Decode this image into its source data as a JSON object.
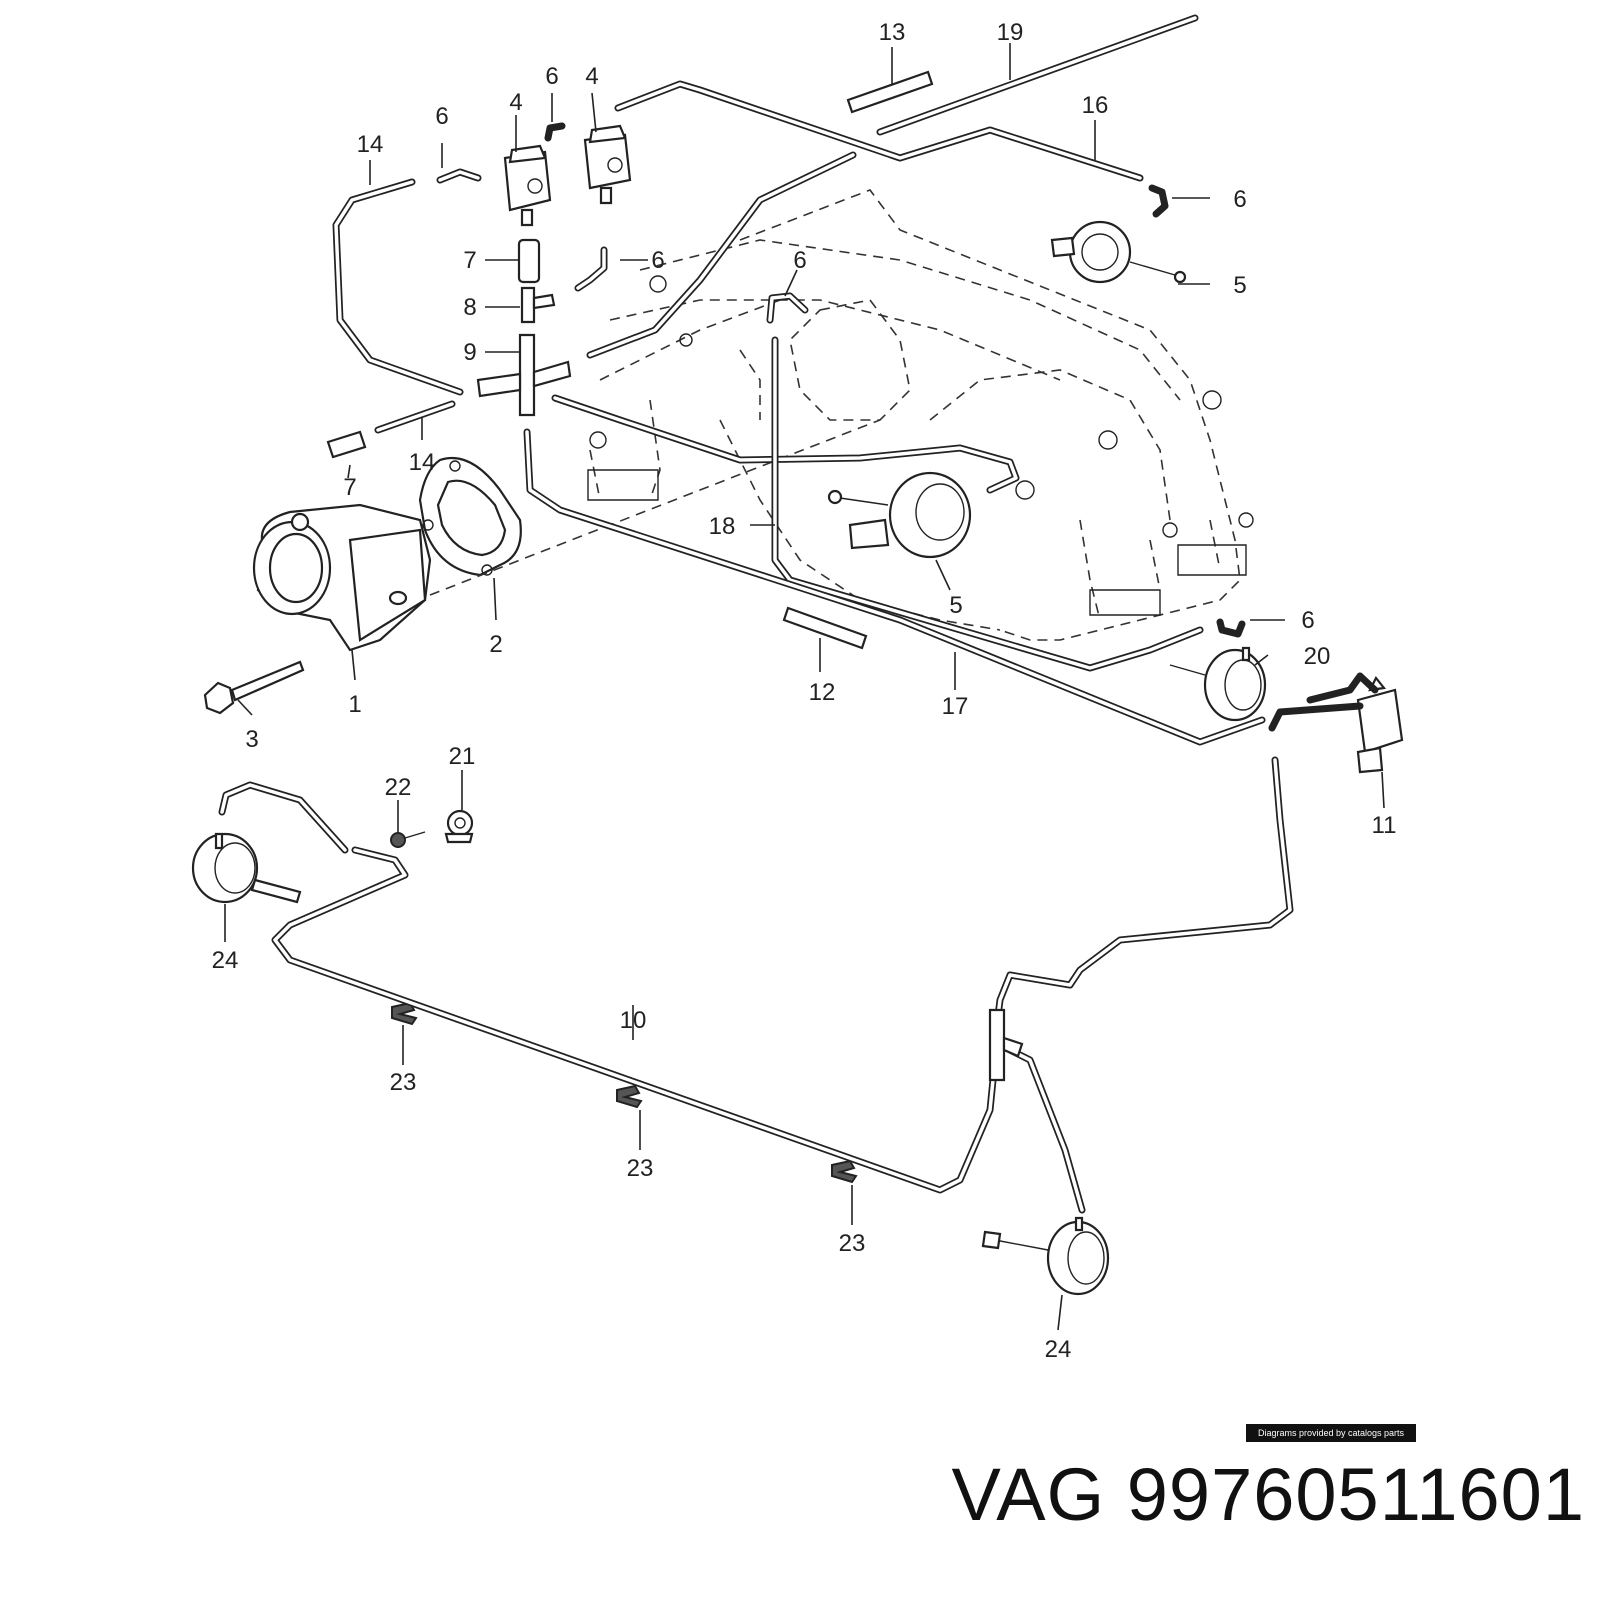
{
  "callouts": {
    "c1": "1",
    "c2": "2",
    "c3": "3",
    "c4a": "4",
    "c4b": "4",
    "c5a": "5",
    "c5b": "5",
    "c6a": "6",
    "c6b": "6",
    "c6c": "6",
    "c6d": "6",
    "c6e": "6",
    "c6f": "6",
    "c7a": "7",
    "c7b": "7",
    "c8": "8",
    "c9": "9",
    "c10": "10",
    "c11": "11",
    "c12": "12",
    "c13": "13",
    "c14a": "14",
    "c14b": "14",
    "c16": "16",
    "c17": "17",
    "c18": "18",
    "c19": "19",
    "c20": "20",
    "c21": "21",
    "c22": "22",
    "c23a": "23",
    "c23b": "23",
    "c23c": "23",
    "c24a": "24",
    "c24b": "24"
  },
  "footer": {
    "credit": "Diagrams provided by catalogs parts",
    "part_number": "VAG 99760511601"
  }
}
